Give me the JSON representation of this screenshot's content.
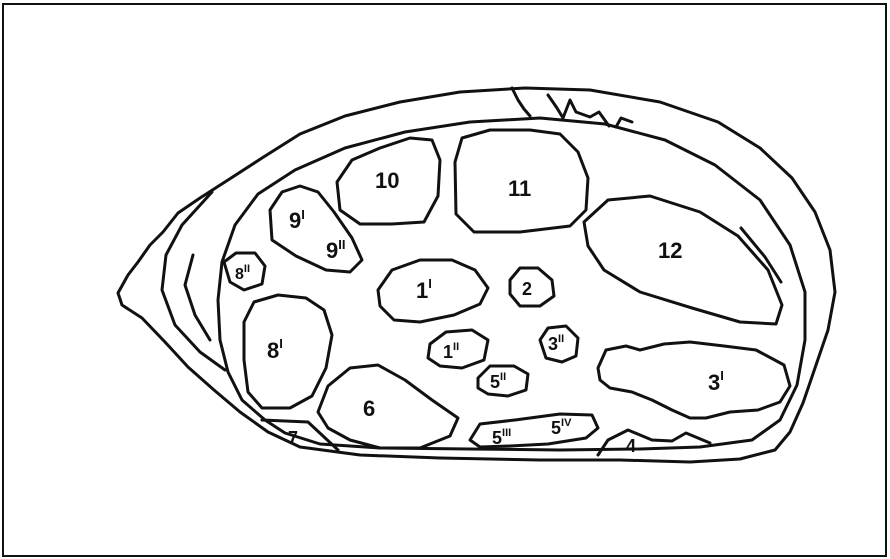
{
  "labels": {
    "r1a": {
      "main": "1",
      "sup": "I"
    },
    "r1b": {
      "main": "1",
      "sup": "II"
    },
    "r2": {
      "main": "2",
      "sup": ""
    },
    "r3a": {
      "main": "3",
      "sup": "I"
    },
    "r3b": {
      "main": "3",
      "sup": "II"
    },
    "r4": {
      "main": "4",
      "sup": ""
    },
    "r5b": {
      "main": "5",
      "sup": "II"
    },
    "r5c": {
      "main": "5",
      "sup": "III"
    },
    "r5d": {
      "main": "5",
      "sup": "IV"
    },
    "r6": {
      "main": "6",
      "sup": ""
    },
    "r7": {
      "main": "7",
      "sup": ""
    },
    "r8a": {
      "main": "8",
      "sup": "I"
    },
    "r8b": {
      "main": "8",
      "sup": "II"
    },
    "r9a": {
      "main": "9",
      "sup": "I"
    },
    "r9b": {
      "main": "9",
      "sup": "II"
    },
    "r10": {
      "main": "10",
      "sup": ""
    },
    "r11": {
      "main": "11",
      "sup": ""
    },
    "r12": {
      "main": "12",
      "sup": ""
    }
  },
  "colors": {
    "ink": "#111111",
    "background": "#ffffff"
  }
}
